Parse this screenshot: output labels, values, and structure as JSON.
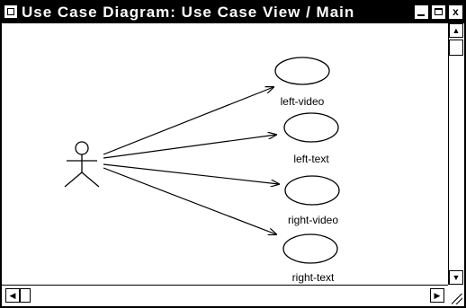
{
  "window": {
    "title": "Use Case Diagram: Use Case View / Main",
    "controls": {
      "minimize_icon": "minimize-icon",
      "maximize_icon": "maximize-icon",
      "close_glyph": "x"
    }
  },
  "diagram": {
    "actor_icon": "stick-figure-icon",
    "use_cases": [
      {
        "label": "left-video"
      },
      {
        "label": "left-text"
      },
      {
        "label": "right-video"
      },
      {
        "label": "right-text"
      }
    ]
  },
  "scrollbars": {
    "vertical": {
      "up_icon": "arrow-up-icon",
      "down_icon": "arrow-down-icon"
    },
    "horizontal": {
      "left_icon": "arrow-left-icon",
      "right_icon": "arrow-right-icon"
    }
  }
}
